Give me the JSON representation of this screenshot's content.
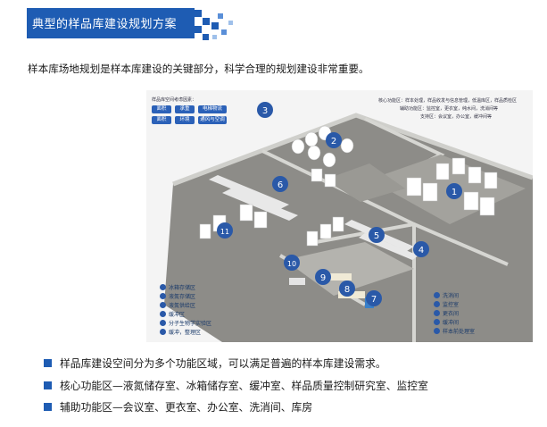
{
  "header": {
    "title": "典型的样品库建设规划方案"
  },
  "intro": "样本库场地规划是样本库建设的关键部分，科学合理的规划建设非常重要。",
  "floorplan": {
    "top_left_title": "样品库空间考虑因素：",
    "factors": [
      "面积",
      "承重",
      "电梯物流",
      "面积",
      "环境",
      "通风与空调"
    ],
    "top_right_notes": [
      "核心功能区：样本处理，样品收发与信息管理，低温库区，样品质检区",
      "辅助功能区：监控室，更衣室，纯水间，洗消间等",
      "支持区：会议室，办公室，缓冲间等"
    ],
    "legend_left": [
      "冰箱存储区",
      "液氮存储区",
      "液氮供给区",
      "缓冲区",
      "分子生物学实验区",
      "缓冲，整理区"
    ],
    "legend_right": [
      "洗消间",
      "监控室",
      "更衣间",
      "缓冲间",
      "样本前处理室"
    ],
    "zone_numbers": [
      "1",
      "2",
      "3",
      "4",
      "5",
      "6",
      "7",
      "8",
      "9",
      "10",
      "11"
    ]
  },
  "bullets": [
    "样品库建设空间分为多个功能区域，可以满足普遍的样本库建设需求。",
    "核心功能区—液氮储存室、冰箱储存室、缓冲室、样品质量控制研究室、监控室",
    "辅助功能区—会议室、更衣室、办公室、洗消间、库房"
  ],
  "colors": {
    "primary_blue": "#1e5cb3",
    "badge_blue": "#2a59a8",
    "floor_gray": "#8a8a86"
  }
}
